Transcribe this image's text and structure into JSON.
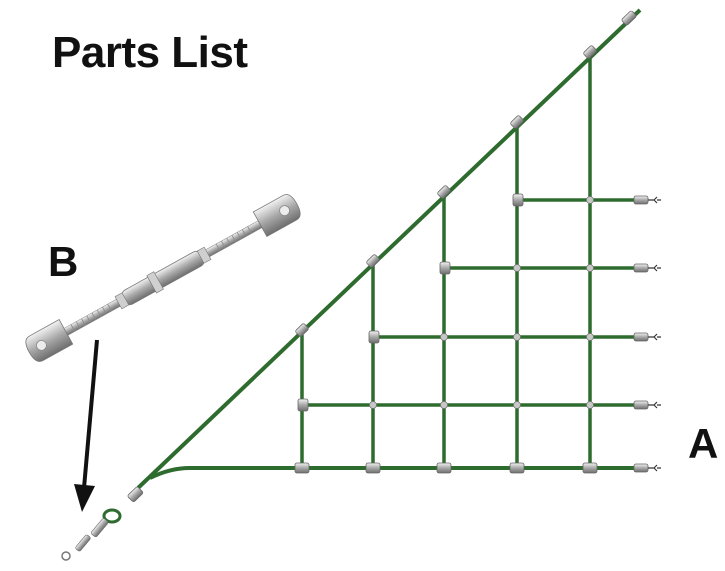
{
  "title": "Parts List",
  "labels": {
    "a": "A",
    "b": "B"
  },
  "parts": [
    {
      "id": "A",
      "name": "cargo-net"
    },
    {
      "id": "B",
      "name": "turnbuckle"
    }
  ],
  "colors": {
    "net": "#2e6b2e",
    "net_dark": "#1f4f1f",
    "fitting": "#b9b9b9",
    "arrow": "#111111",
    "text": "#111111"
  },
  "icons": [
    "cargo-net-icon",
    "turnbuckle-icon",
    "arrow-icon",
    "hook-icon"
  ]
}
